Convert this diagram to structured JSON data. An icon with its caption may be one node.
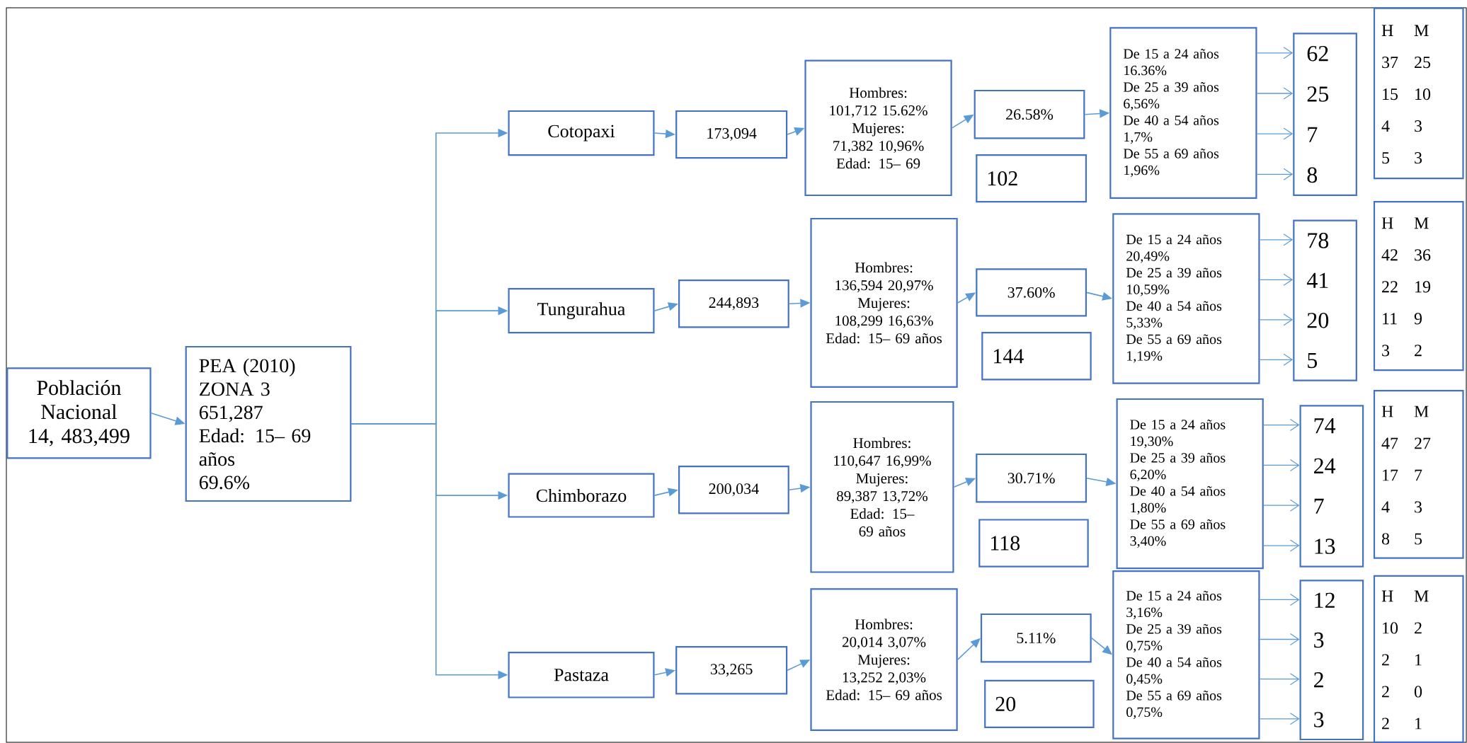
{
  "diagram": {
    "nodes": [
      {
        "text": [
          "Población Nacional",
          "14, 483,499"
        ]
      },
      {
        "text": [
          "PEA (2010)",
          "ZONA 3",
          "651,287",
          "Edad: 15– 69 años",
          "69.6%"
        ]
      },
      {
        "text": [
          "Cotopaxi"
        ]
      },
      {
        "text": [
          "173,094"
        ]
      },
      {
        "text": [
          "Hombres: 101,712 15.62%",
          "Mujeres: 71,382 10,96%",
          "Edad: 15– 69"
        ]
      },
      {
        "text": [
          "26.58%"
        ]
      },
      {
        "text": [
          "102"
        ]
      },
      {
        "text": [
          "De 15 a 24 años 16.36%",
          "De 25 a 39 años 6,56%",
          "De 40 a 54 años 1,7%",
          "De 55 a 69 años 1,96%"
        ]
      },
      {
        "text": [
          "62",
          "25",
          "7",
          "8"
        ]
      },
      {
        "text": [
          "H",
          "M",
          "37",
          "25",
          "15",
          "10",
          "4",
          "3",
          "5",
          "3"
        ]
      },
      {
        "text": [
          "Tungurahua"
        ]
      },
      {
        "text": [
          "244,893"
        ]
      },
      {
        "text": [
          "Hombres: 136,594 20,97%",
          "Mujeres: 108,299 16,63%",
          "Edad: 15– 69 años"
        ]
      },
      {
        "text": [
          "37.60%"
        ]
      },
      {
        "text": [
          "144"
        ]
      },
      {
        "text": [
          "De 15 a 24 años 20,49%",
          "De 25 a 39 años 10,59%",
          "De 40 a 54 años 5,33%",
          "De 55 a 69 años 1,19%"
        ]
      },
      {
        "text": [
          "78",
          "41",
          "20",
          "5"
        ]
      },
      {
        "text": [
          "H",
          "M",
          "42",
          "36",
          "22",
          "19",
          "11",
          "9",
          "3",
          "2"
        ]
      },
      {
        "text": [
          "Chimborazo"
        ]
      },
      {
        "text": [
          "200,034"
        ]
      },
      {
        "text": [
          "Hombres: 110,647 16,99%",
          "Mujeres: 89,387 13,72%",
          "Edad: 15– 69 años"
        ]
      },
      {
        "text": [
          "30.71%"
        ]
      },
      {
        "text": [
          "118"
        ]
      },
      {
        "text": [
          "De 15 a 24 años 19,30%",
          "De 25 a 39 años 6,20%",
          "De 40 a 54 años 1,80%",
          "De 55 a 69 años 3,40%"
        ]
      },
      {
        "text": [
          "74",
          "24",
          "7",
          "13"
        ]
      },
      {
        "text": [
          "H",
          "M",
          "47",
          "27",
          "17",
          "7",
          "4",
          "3",
          "8",
          "5"
        ]
      },
      {
        "text": [
          "Pastaza"
        ]
      },
      {
        "text": [
          "33,265"
        ]
      },
      {
        "text": [
          "Hombres: 20,014 3,07%",
          "Mujeres: 13,252 2,03%",
          "Edad: 15– 69 años"
        ]
      },
      {
        "text": [
          "5.11%"
        ]
      },
      {
        "text": [
          "20"
        ]
      },
      {
        "text": [
          "De 15 a 24 años 3,16%",
          "De 25 a 39 años 0,75%",
          "De 40 a 54 años 0,45%",
          "De 55 a 69 años 0,75%"
        ]
      },
      {
        "text": [
          "12",
          "3",
          "2",
          "3"
        ]
      },
      {
        "text": [
          "H",
          "M",
          "10",
          "2",
          "2",
          "1",
          "2",
          "0",
          "2",
          "1"
        ]
      }
    ],
    "edges": [
      {
        "from": 0,
        "to": 1,
        "arrow": "to"
      },
      {
        "from": 1,
        "to": 2,
        "arrow": "to"
      },
      {
        "from": 1,
        "to": 10,
        "arrow": "to"
      },
      {
        "from": 1,
        "to": 18,
        "arrow": "to"
      },
      {
        "from": 1,
        "to": 26,
        "arrow": "to"
      },
      {
        "from": 2,
        "to": 3,
        "arrow": "to"
      },
      {
        "from": 3,
        "to": 4,
        "arrow": "to"
      },
      {
        "from": 4,
        "to": 5,
        "arrow": "to"
      },
      {
        "from": 5,
        "to": 7,
        "arrow": "to"
      },
      {
        "from": 7,
        "to": 8,
        "arrow": "to"
      },
      {
        "from": 7,
        "to": 8,
        "arrow": "to"
      },
      {
        "from": 7,
        "to": 8,
        "arrow": "to"
      },
      {
        "from": 7,
        "to": 8,
        "arrow": "to"
      },
      {
        "from": 10,
        "to": 11,
        "arrow": "to"
      },
      {
        "from": 11,
        "to": 12,
        "arrow": "to"
      },
      {
        "from": 12,
        "to": 13,
        "arrow": "to"
      },
      {
        "from": 13,
        "to": 15,
        "arrow": "to"
      },
      {
        "from": 15,
        "to": 16,
        "arrow": "to"
      },
      {
        "from": 15,
        "to": 16,
        "arrow": "to"
      },
      {
        "from": 15,
        "to": 16,
        "arrow": "to"
      },
      {
        "from": 15,
        "to": 16,
        "arrow": "to"
      },
      {
        "from": 18,
        "to": 19,
        "arrow": "to"
      },
      {
        "from": 19,
        "to": 20,
        "arrow": "to"
      },
      {
        "from": 20,
        "to": 21,
        "arrow": "to"
      },
      {
        "from": 21,
        "to": 23,
        "arrow": "to"
      },
      {
        "from": 23,
        "to": 24,
        "arrow": "to"
      },
      {
        "from": 23,
        "to": 24,
        "arrow": "to"
      },
      {
        "from": 23,
        "to": 24,
        "arrow": "to"
      },
      {
        "from": 23,
        "to": 24,
        "arrow": "to"
      },
      {
        "from": 26,
        "to": 27,
        "arrow": "to"
      },
      {
        "from": 27,
        "to": 28,
        "arrow": "to"
      },
      {
        "from": 28,
        "to": 29,
        "arrow": "to"
      },
      {
        "from": 29,
        "to": 31,
        "arrow": "to"
      },
      {
        "from": 31,
        "to": 32,
        "arrow": "to"
      },
      {
        "from": 31,
        "to": 32,
        "arrow": "to"
      },
      {
        "from": 31,
        "to": 32,
        "arrow": "to"
      },
      {
        "from": 31,
        "to": 32,
        "arrow": "to"
      }
    ]
  }
}
